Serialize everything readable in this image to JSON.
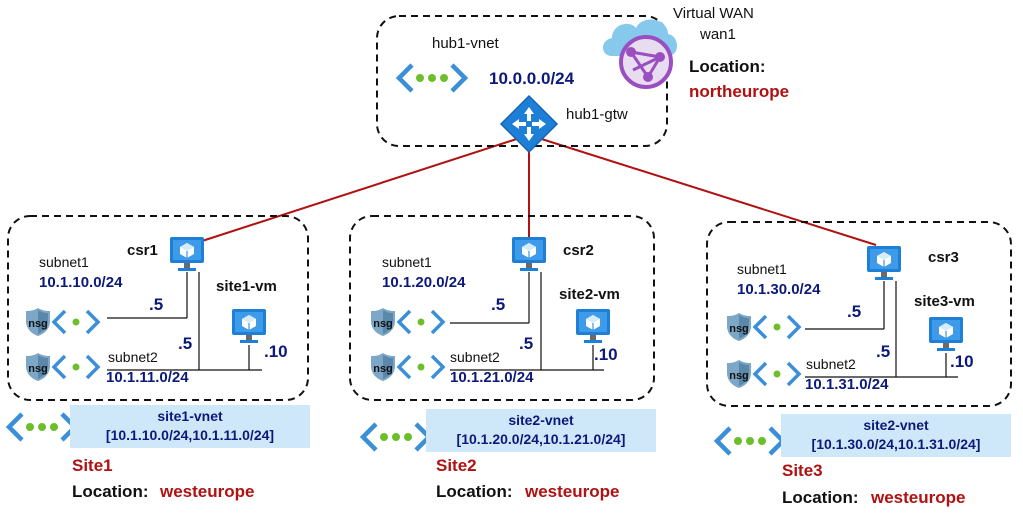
{
  "hub": {
    "vnet_name": "hub1-vnet",
    "vnet_cidr": "10.0.0.0/24",
    "gateway_name": "hub1-gtw",
    "vwan_title": "Virtual WAN",
    "vwan_name": "wan1",
    "location_label": "Location:",
    "location_value": "northeurope"
  },
  "sites": [
    {
      "router": "csr1",
      "subnet1_label": "subnet1",
      "subnet1_cidr": "10.1.10.0/24",
      "subnet2_label": "subnet2",
      "subnet2_cidr": "10.1.11.0/24",
      "nsg1": "nsg",
      "nsg2": "nsg",
      "router_ip1": ".5",
      "router_ip2": ".5",
      "vm_name": "site1-vm",
      "vm_ip": ".10",
      "vnet_name": "site1-vnet",
      "vnet_ranges": "[10.1.10.0/24,10.1.11.0/24]",
      "site_label": "Site1",
      "location_label": "Location:",
      "location_value": "westeurope"
    },
    {
      "router": "csr2",
      "subnet1_label": "subnet1",
      "subnet1_cidr": "10.1.20.0/24",
      "subnet2_label": "subnet2",
      "subnet2_cidr": "10.1.21.0/24",
      "nsg1": "nsg",
      "nsg2": "nsg",
      "router_ip1": ".5",
      "router_ip2": ".5",
      "vm_name": "site2-vm",
      "vm_ip": ".10",
      "vnet_name": "site2-vnet",
      "vnet_ranges": "[10.1.20.0/24,10.1.21.0/24]",
      "site_label": "Site2",
      "location_label": "Location:",
      "location_value": "westeurope"
    },
    {
      "router": "csr3",
      "subnet1_label": "subnet1",
      "subnet1_cidr": "10.1.30.0/24",
      "subnet2_label": "subnet2",
      "subnet2_cidr": "10.1.31.0/24",
      "nsg1": "nsg",
      "nsg2": "nsg",
      "router_ip1": ".5",
      "router_ip2": ".5",
      "vm_name": "site3-vm",
      "vm_ip": ".10",
      "vnet_name": "site2-vnet",
      "vnet_ranges": "[10.1.30.0/24,10.1.31.0/24]",
      "site_label": "Site3",
      "location_label": "Location:",
      "location_value": "westeurope"
    }
  ],
  "colors": {
    "link": "#b01111",
    "azure_blue": "#1e7fd6",
    "vnet_chevron": "#3a8fd8",
    "vnet_dot": "#6cbf2a",
    "vnet_box": "#cfe8f9",
    "ip_text": "#0b1a7a",
    "location_text": "#b01111",
    "cloud": "#86c9ec",
    "vwan_purple": "#9a4fc0"
  }
}
